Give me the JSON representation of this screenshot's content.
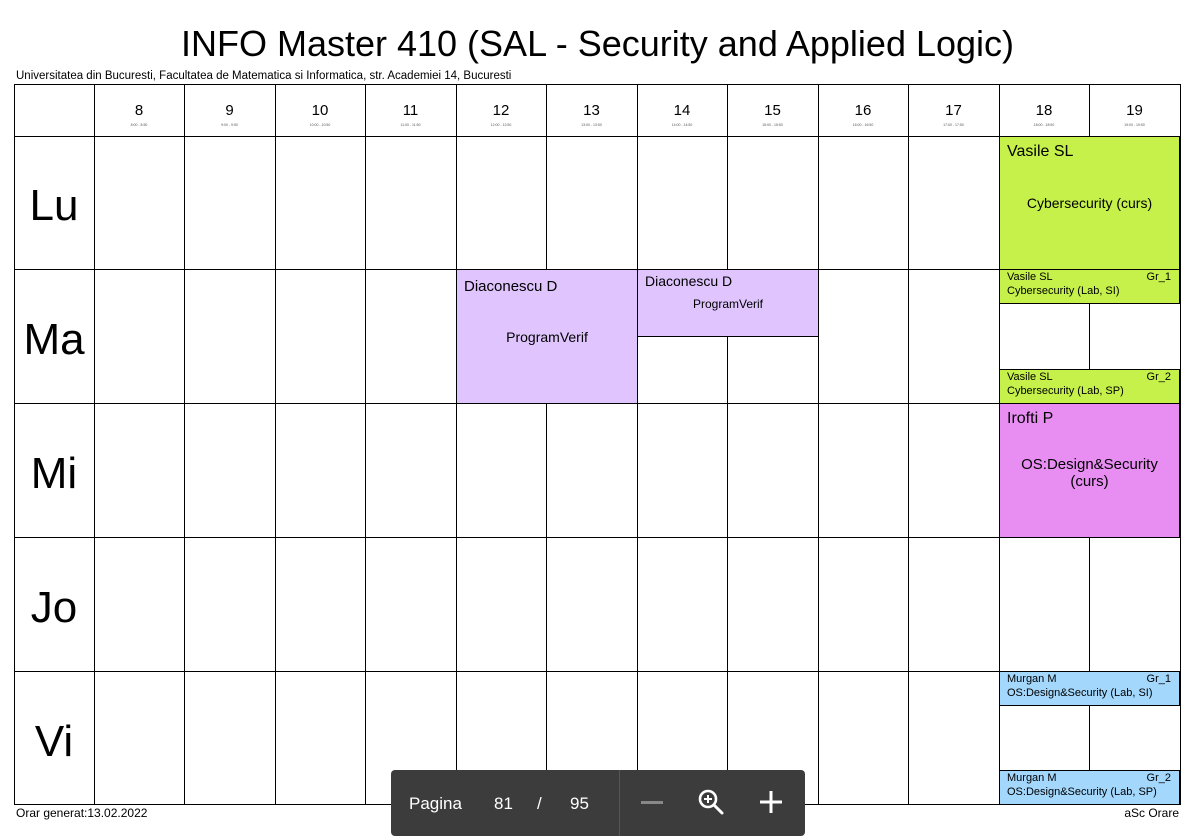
{
  "title": "INFO Master 410 (SAL - Security and Applied Logic)",
  "subtitle": "Universitatea din Bucuresti, Facultatea de Matematica si Informatica, str. Academiei 14, Bucuresti",
  "hours": [
    "8",
    "9",
    "10",
    "11",
    "12",
    "13",
    "14",
    "15",
    "16",
    "17",
    "18",
    "19"
  ],
  "hour_ranges": [
    "8:00 - 8:50",
    "9:00 - 9:50",
    "10:00 - 10:50",
    "11:00 - 11:50",
    "12:00 - 12:50",
    "13:00 - 13:50",
    "14:00 - 14:50",
    "15:00 - 15:50",
    "16:00 - 16:50",
    "17:00 - 17:50",
    "18:00 - 18:50",
    "19:00 - 19:50"
  ],
  "days": [
    "Lu",
    "Ma",
    "Mi",
    "Jo",
    "Vi"
  ],
  "events": {
    "lu_curs": {
      "prof": "Vasile SL",
      "subject": "Cybersecurity (curs)"
    },
    "ma_prog1": {
      "prof": "Diaconescu D",
      "subject": "ProgramVerif"
    },
    "ma_prog2": {
      "prof": "Diaconescu D",
      "subject": "ProgramVerif"
    },
    "ma_lab1": {
      "prof": "Vasile SL",
      "group": "Gr_1",
      "subject": "Cybersecurity (Lab, SI)"
    },
    "ma_lab2": {
      "prof": "Vasile SL",
      "group": "Gr_2",
      "subject": "Cybersecurity (Lab, SP)"
    },
    "mi_curs": {
      "prof": "Irofti P",
      "subject_line1": "OS:Design&Security",
      "subject_line2": "(curs)"
    },
    "vi_lab1": {
      "prof": "Murgan M",
      "group": "Gr_1",
      "subject": "OS:Design&Security (Lab, SI)"
    },
    "vi_lab2": {
      "prof": "Murgan M",
      "group": "Gr_2",
      "subject": "OS:Design&Security (Lab, SP)"
    }
  },
  "colors": {
    "cybersecurity": "#c6f14a",
    "programverif": "#dfc4fd",
    "os_curs": "#e88ef3",
    "os_lab": "#a3d7fc"
  },
  "footer": {
    "generated": "Orar generat:13.02.2022",
    "brand": "aSc Orare"
  },
  "pager": {
    "label": "Pagina",
    "current": "81",
    "separator": "/",
    "total": "95",
    "icons": [
      "minus-icon",
      "zoom-in-icon",
      "plus-icon"
    ]
  }
}
